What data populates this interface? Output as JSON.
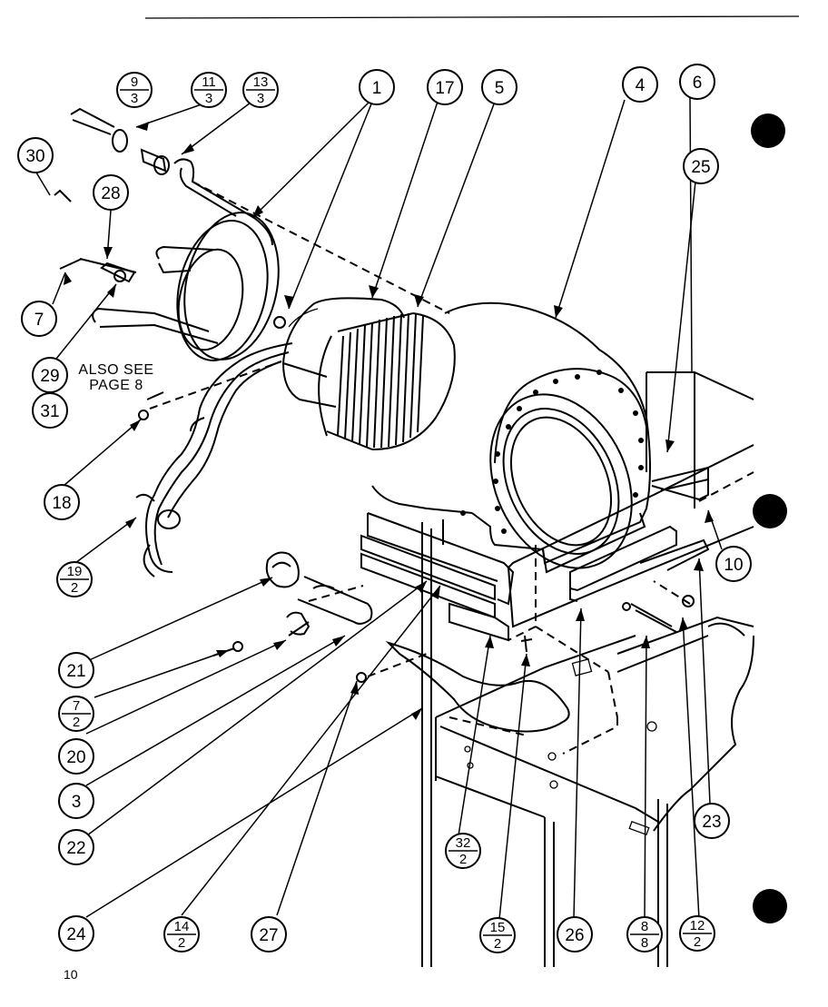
{
  "page_number": "10",
  "note": {
    "line1": "ALSO SEE",
    "line2": "PAGE 8"
  },
  "callouts": [
    {
      "id": "c1",
      "text": "1"
    },
    {
      "id": "c17",
      "text": "17"
    },
    {
      "id": "c5",
      "text": "5"
    },
    {
      "id": "c4",
      "text": "4"
    },
    {
      "id": "c6",
      "text": "6"
    },
    {
      "id": "c25",
      "text": "25"
    },
    {
      "id": "c30",
      "text": "30"
    },
    {
      "id": "c28",
      "text": "28"
    },
    {
      "id": "c7a",
      "text": "7"
    },
    {
      "id": "c29",
      "text": "29"
    },
    {
      "id": "c31",
      "text": "31"
    },
    {
      "id": "c18",
      "text": "18"
    },
    {
      "id": "c10",
      "text": "10"
    },
    {
      "id": "c21",
      "text": "21"
    },
    {
      "id": "c20",
      "text": "20"
    },
    {
      "id": "c3",
      "text": "3"
    },
    {
      "id": "c22",
      "text": "22"
    },
    {
      "id": "c24",
      "text": "24"
    },
    {
      "id": "c27",
      "text": "27"
    },
    {
      "id": "c26",
      "text": "26"
    },
    {
      "id": "c23",
      "text": "23"
    }
  ],
  "fraction_callouts": [
    {
      "id": "f9",
      "top": "9",
      "bottom": "3"
    },
    {
      "id": "f11",
      "top": "11",
      "bottom": "3"
    },
    {
      "id": "f13",
      "top": "13",
      "bottom": "3"
    },
    {
      "id": "f19",
      "top": "19",
      "bottom": "2"
    },
    {
      "id": "f7",
      "top": "7",
      "bottom": "2"
    },
    {
      "id": "f14",
      "top": "14",
      "bottom": "2"
    },
    {
      "id": "f32",
      "top": "32",
      "bottom": "2"
    },
    {
      "id": "f15",
      "top": "15",
      "bottom": "2"
    },
    {
      "id": "f8",
      "top": "8",
      "bottom": "8"
    },
    {
      "id": "f12",
      "top": "12",
      "bottom": "2"
    }
  ]
}
